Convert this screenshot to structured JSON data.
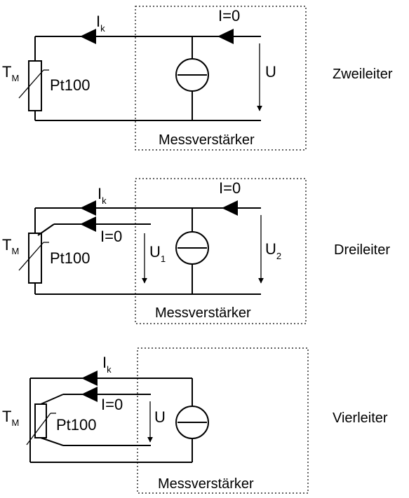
{
  "panels": [
    {
      "type_label": "Zweileiter",
      "amp_label": "Messverstärker",
      "current_label": "I",
      "current_sub": "k",
      "zero_current_label": "I=0",
      "voltage_label": "U",
      "temp_label": "T",
      "temp_sub": "M",
      "sensor_label": "Pt100"
    },
    {
      "type_label": "Dreileiter",
      "amp_label": "Messverstärker",
      "current_label": "I",
      "current_sub": "k",
      "zero_current_label_right": "I=0",
      "zero_current_label_left": "I=0",
      "voltage1_label": "U",
      "voltage1_sub": "1",
      "voltage2_label": "U",
      "voltage2_sub": "2",
      "temp_label": "T",
      "temp_sub": "M",
      "sensor_label": "Pt100"
    },
    {
      "type_label": "Vierleiter",
      "amp_label": "Messverstärker",
      "current_label": "I",
      "current_sub": "k",
      "zero_current_label": "I=0",
      "voltage_label": "U",
      "temp_label": "T",
      "temp_sub": "M",
      "sensor_label": "Pt100"
    }
  ]
}
